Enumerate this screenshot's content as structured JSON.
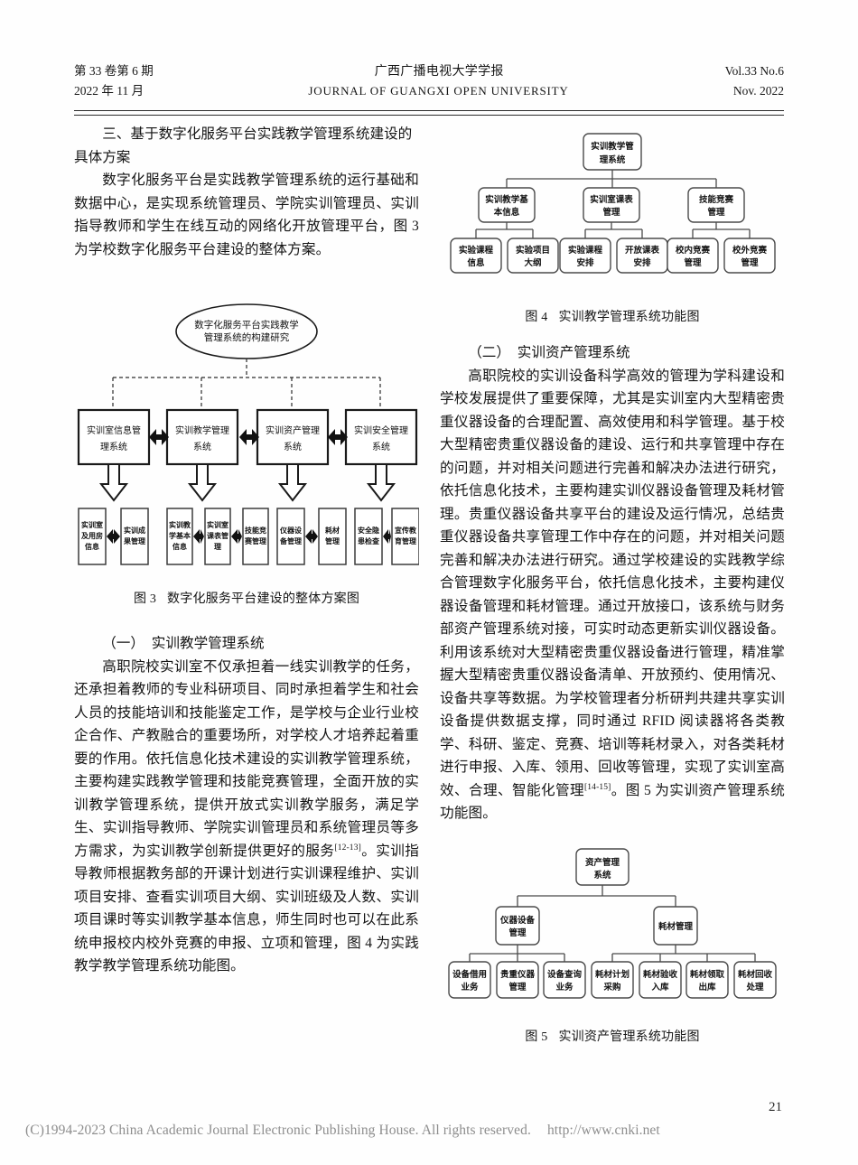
{
  "masthead": {
    "volume_issue": "第 33 卷第 6 期",
    "date_cn": "2022 年 11 月",
    "journal_cn": "广西广播电视大学学报",
    "journal_en": "JOURNAL  OF  GUANGXI  OPEN  UNIVERSITY",
    "volume_en": "Vol.33 No.6",
    "date_en": "Nov.  2022"
  },
  "left_column": {
    "section_heading": "三、基于数字化服务平台实践教学管理系统建设的具体方案",
    "para_1": "数字化服务平台是实践教学管理系统的运行基础和数据中心，是实现系统管理员、学院实训管理员、实训指导教师和学生在线互动的网络化开放管理平台，图 3 为学校数字化服务平台建设的整体方案。",
    "figure3_caption_num": "图 3",
    "figure3_caption_text": "数字化服务平台建设的整体方案图",
    "subsection_heading_num": "（一）",
    "subsection_heading_text": "实训教学管理系统",
    "para_2": "高职院校实训室不仅承担着一线实训教学的任务，还承担着教师的专业科研项目、同时承担着学生和社会人员的技能培训和技能鉴定工作，是学校与企业行业校企合作、产教融合的重要场所，对学校人才培养起着重要的作用。依托信息化技术建设的实训教学管理系统，主要构建实践教学管理和技能竞赛管理，全面开放的实训教学管理系统，提供开放式实训教学服务，满足学生、实训指导教师、学院实训管理员和系统管理员等多方需求，为实训教学创新提供更好的服务",
    "para_2_ref": "[12-13]",
    "para_2_cont": "。实训指导教师根据教务部的开课计划进行实训课程维护、实训项目安排、查看实训项目大纲、实训班级及人数、实训项目课时等实训教学基本信息，师生同时也可以在此系统申报校内校外竞赛的申报、立项和管理，图 4 为实践教学教学管理系统功能图。"
  },
  "right_column": {
    "figure4_caption_num": "图 4",
    "figure4_caption_text": "实训教学管理系统功能图",
    "subsection_heading_num": "（二）",
    "subsection_heading_text": "实训资产管理系统",
    "para_1": "高职院校的实训设备科学高效的管理为学科建设和学校发展提供了重要保障，尤其是实训室内大型精密贵重仪器设备的合理配置、高效使用和科学管理。基于校大型精密贵重仪器设备的建设、运行和共享管理中存在的问题，并对相关问题进行完善和解决办法进行研究，依托信息化技术，主要构建实训仪器设备管理及耗材管理。贵重仪器设备共享平台的建设及运行情况，总结贵重仪器设备共享管理工作中存在的问题，并对相关问题完善和解决办法进行研究。通过学校建设的实践教学综合管理数字化服务平台，依托信息化技术，主要构建仪器设备管理和耗材管理。通过开放接口，该系统与财务部资产管理系统对接，可实时动态更新实训仪器设备。利用该系统对大型精密贵重仪器设备进行管理，精准掌握大型精密贵重仪器设备清单、开放预约、使用情况、设备共享等数据。为学校管理者分析研判共建共享实训设备提供数据支撑，同时通过 RFID 阅读器将各类教学、科研、鉴定、竞赛、培训等耗材录入，对各类耗材进行申报、入库、领用、回收等管理，实现了实训室高效、合理、智能化管理",
    "para_1_ref": "[14-15]",
    "para_1_cont": "。图 5 为实训资产管理系统功能图。",
    "figure5_caption_num": "图 5",
    "figure5_caption_text": "实训资产管理系统功能图"
  },
  "figure3": {
    "title": "数字化服务平台建设的整体方案图",
    "root_ellipse": [
      "数字化服务平台实践教学",
      "管理系统的构建研究"
    ],
    "level1": [
      {
        "lines": [
          "实训室信息管",
          "理系统"
        ]
      },
      {
        "lines": [
          "实训教学管理",
          "系统"
        ]
      },
      {
        "lines": [
          "实训资产管理",
          "系统"
        ]
      },
      {
        "lines": [
          "实训安全管理",
          "系统"
        ]
      }
    ],
    "level2_groups": [
      {
        "boxes": [
          [
            "实训室",
            "及用房",
            "信息"
          ],
          [
            "实训成",
            "果管理"
          ]
        ]
      },
      {
        "boxes": [
          [
            "实训教",
            "学基本",
            "信息"
          ],
          [
            "实训室",
            "课表管",
            "理"
          ],
          [
            "技能竞",
            "赛管理"
          ]
        ]
      },
      {
        "boxes": [
          [
            "仪器设",
            "备管理"
          ],
          [
            "耗材",
            "管理"
          ]
        ]
      },
      {
        "boxes": [
          [
            "安全隐",
            "患检查"
          ],
          [
            "宣传教",
            "育管理"
          ]
        ]
      }
    ]
  },
  "figure4": {
    "title": "实训教学管理系统功能图",
    "root": [
      "实训教学管",
      "理系统"
    ],
    "level1": [
      {
        "lines": [
          "实训教学基",
          "本信息"
        ],
        "children": [
          [
            "实验课程",
            "信息"
          ],
          [
            "实验项目",
            "大纲"
          ]
        ]
      },
      {
        "lines": [
          "实训室课表",
          "管理"
        ],
        "children": [
          [
            "实验课程",
            "安排"
          ],
          [
            "开放课表",
            "安排"
          ]
        ]
      },
      {
        "lines": [
          "技能竞赛",
          "管理"
        ],
        "children": [
          [
            "校内竞赛",
            "管理"
          ],
          [
            "校外竞赛",
            "管理"
          ]
        ]
      }
    ]
  },
  "figure5": {
    "title": "实训资产管理系统功能图",
    "root": [
      "资产管理",
      "系统"
    ],
    "level1": [
      {
        "lines": [
          "仪器设备",
          "管理"
        ],
        "children": [
          [
            "设备借用",
            "业务"
          ],
          [
            "贵重仪器",
            "管理"
          ],
          [
            "设备查询",
            "业务"
          ]
        ]
      },
      {
        "lines": [
          "耗材管理"
        ],
        "children": [
          [
            "耗材计划",
            "采购"
          ],
          [
            "耗材验收",
            "入库"
          ],
          [
            "耗材领取",
            "出库"
          ],
          [
            "耗材回收",
            "处理"
          ]
        ]
      }
    ]
  },
  "footer": {
    "page_number": "21",
    "copyright": "(C)1994-2023 China Academic Journal Electronic Publishing House. All rights reserved.",
    "url": "http://www.cnki.net"
  },
  "colors": {
    "text": "#141414",
    "rule": "#2b2b2b",
    "diagram_stroke": "#1a1a1a",
    "diagram_stroke_light": "#555555",
    "footer_gray": "#8d8d8d"
  }
}
